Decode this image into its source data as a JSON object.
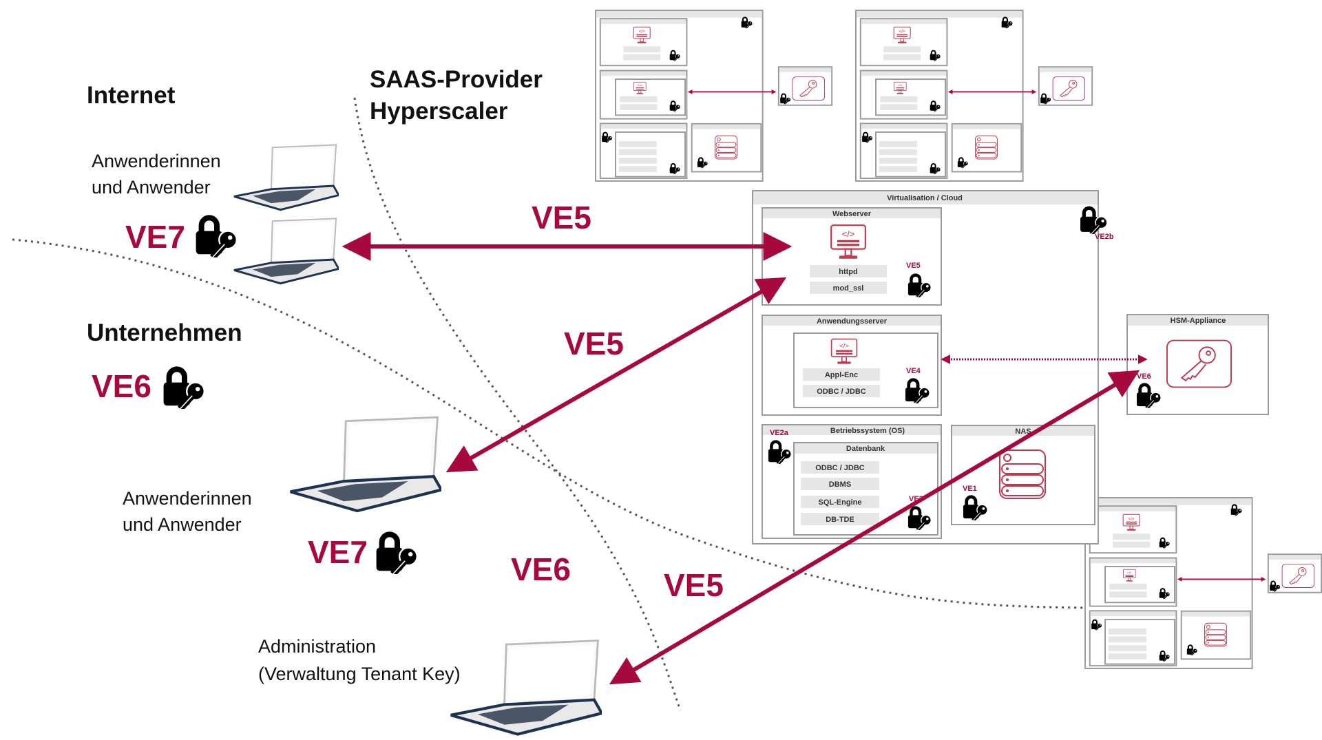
{
  "zones": {
    "internet": "Internet",
    "saas_line1": "SAAS-Provider",
    "saas_line2": "Hyperscaler",
    "company": "Unternehmen"
  },
  "company_ve": "VE6",
  "boundary_ve": "VE6",
  "users_internet": {
    "line1": "Anwenderinnen",
    "line2": "und Anwender",
    "ve": "VE7"
  },
  "users_company": {
    "line1": "Anwenderinnen",
    "line2": "und Anwender",
    "ve": "VE7"
  },
  "admin": {
    "line1": "Administration",
    "line2": "(Verwaltung Tenant Key)"
  },
  "connections": [
    "VE5",
    "VE5",
    "VE5"
  ],
  "cloud": {
    "title": "Virtualisation / Cloud",
    "ve": "VE2b",
    "webserver": {
      "title": "Webserver",
      "items": [
        "httpd",
        "mod_ssl"
      ],
      "ve": "VE5"
    },
    "appserver": {
      "title": "Anwendungsserver",
      "items": [
        "Appl-Enc",
        "ODBC / JDBC"
      ],
      "ve": "VE4"
    },
    "os": {
      "title": "Betriebssystem (OS)",
      "ve": "VE2a",
      "db": {
        "title": "Datenbank",
        "items": [
          "ODBC / JDBC",
          "DBMS",
          "SQL-Engine",
          "DB-TDE"
        ],
        "ve": "VE3"
      }
    },
    "nas": {
      "title": "NAS",
      "ve": "VE1"
    }
  },
  "hsm": {
    "title": "HSM-Appliance",
    "ve": "VE6"
  },
  "icons": [
    "laptop-icon",
    "lock-key-icon",
    "monitor-code-icon",
    "database-server-icon",
    "key-icon"
  ],
  "colors": {
    "accent": "#a6093d",
    "border": "#9a9a9a",
    "header_fill": "#e6e6e6",
    "laptop_base": "#1e3350"
  }
}
